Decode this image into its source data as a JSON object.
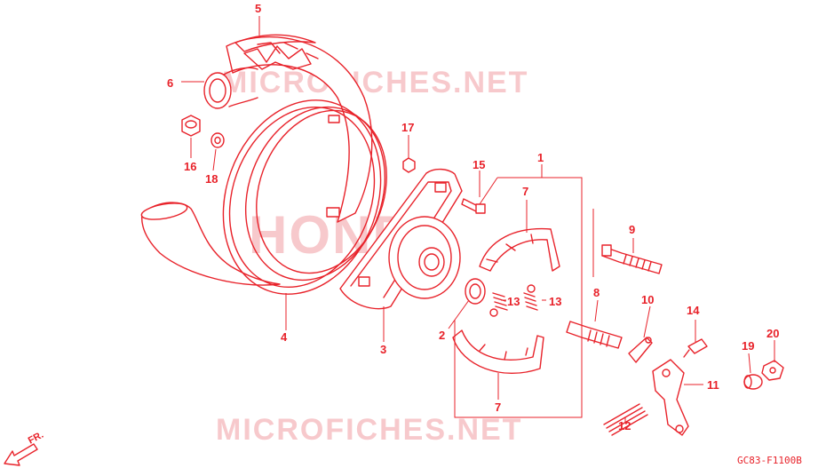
{
  "watermarks": {
    "top": "MICROFICHES.NET",
    "middle": "HONDA",
    "bottom": "MICROFICHES.NET"
  },
  "diagram_code": "GC83-F1100B",
  "direction_label": "FR.",
  "colors": {
    "line": "#e8222a",
    "watermark": "#f7c9cc",
    "background": "#ffffff"
  },
  "callouts": [
    {
      "id": "c1",
      "label": "1"
    },
    {
      "id": "c2",
      "label": "2"
    },
    {
      "id": "c3",
      "label": "3"
    },
    {
      "id": "c4",
      "label": "4"
    },
    {
      "id": "c5",
      "label": "5"
    },
    {
      "id": "c6",
      "label": "6"
    },
    {
      "id": "c7a",
      "label": "7"
    },
    {
      "id": "c7b",
      "label": "7"
    },
    {
      "id": "c8",
      "label": "8"
    },
    {
      "id": "c9",
      "label": "9"
    },
    {
      "id": "c10",
      "label": "10"
    },
    {
      "id": "c11",
      "label": "11"
    },
    {
      "id": "c12",
      "label": "12"
    },
    {
      "id": "c13a",
      "label": "13"
    },
    {
      "id": "c13b",
      "label": "13"
    },
    {
      "id": "c14",
      "label": "14"
    },
    {
      "id": "c15",
      "label": "15"
    },
    {
      "id": "c16",
      "label": "16"
    },
    {
      "id": "c17",
      "label": "17"
    },
    {
      "id": "c18",
      "label": "18"
    },
    {
      "id": "c19",
      "label": "19"
    },
    {
      "id": "c20",
      "label": "20"
    }
  ]
}
